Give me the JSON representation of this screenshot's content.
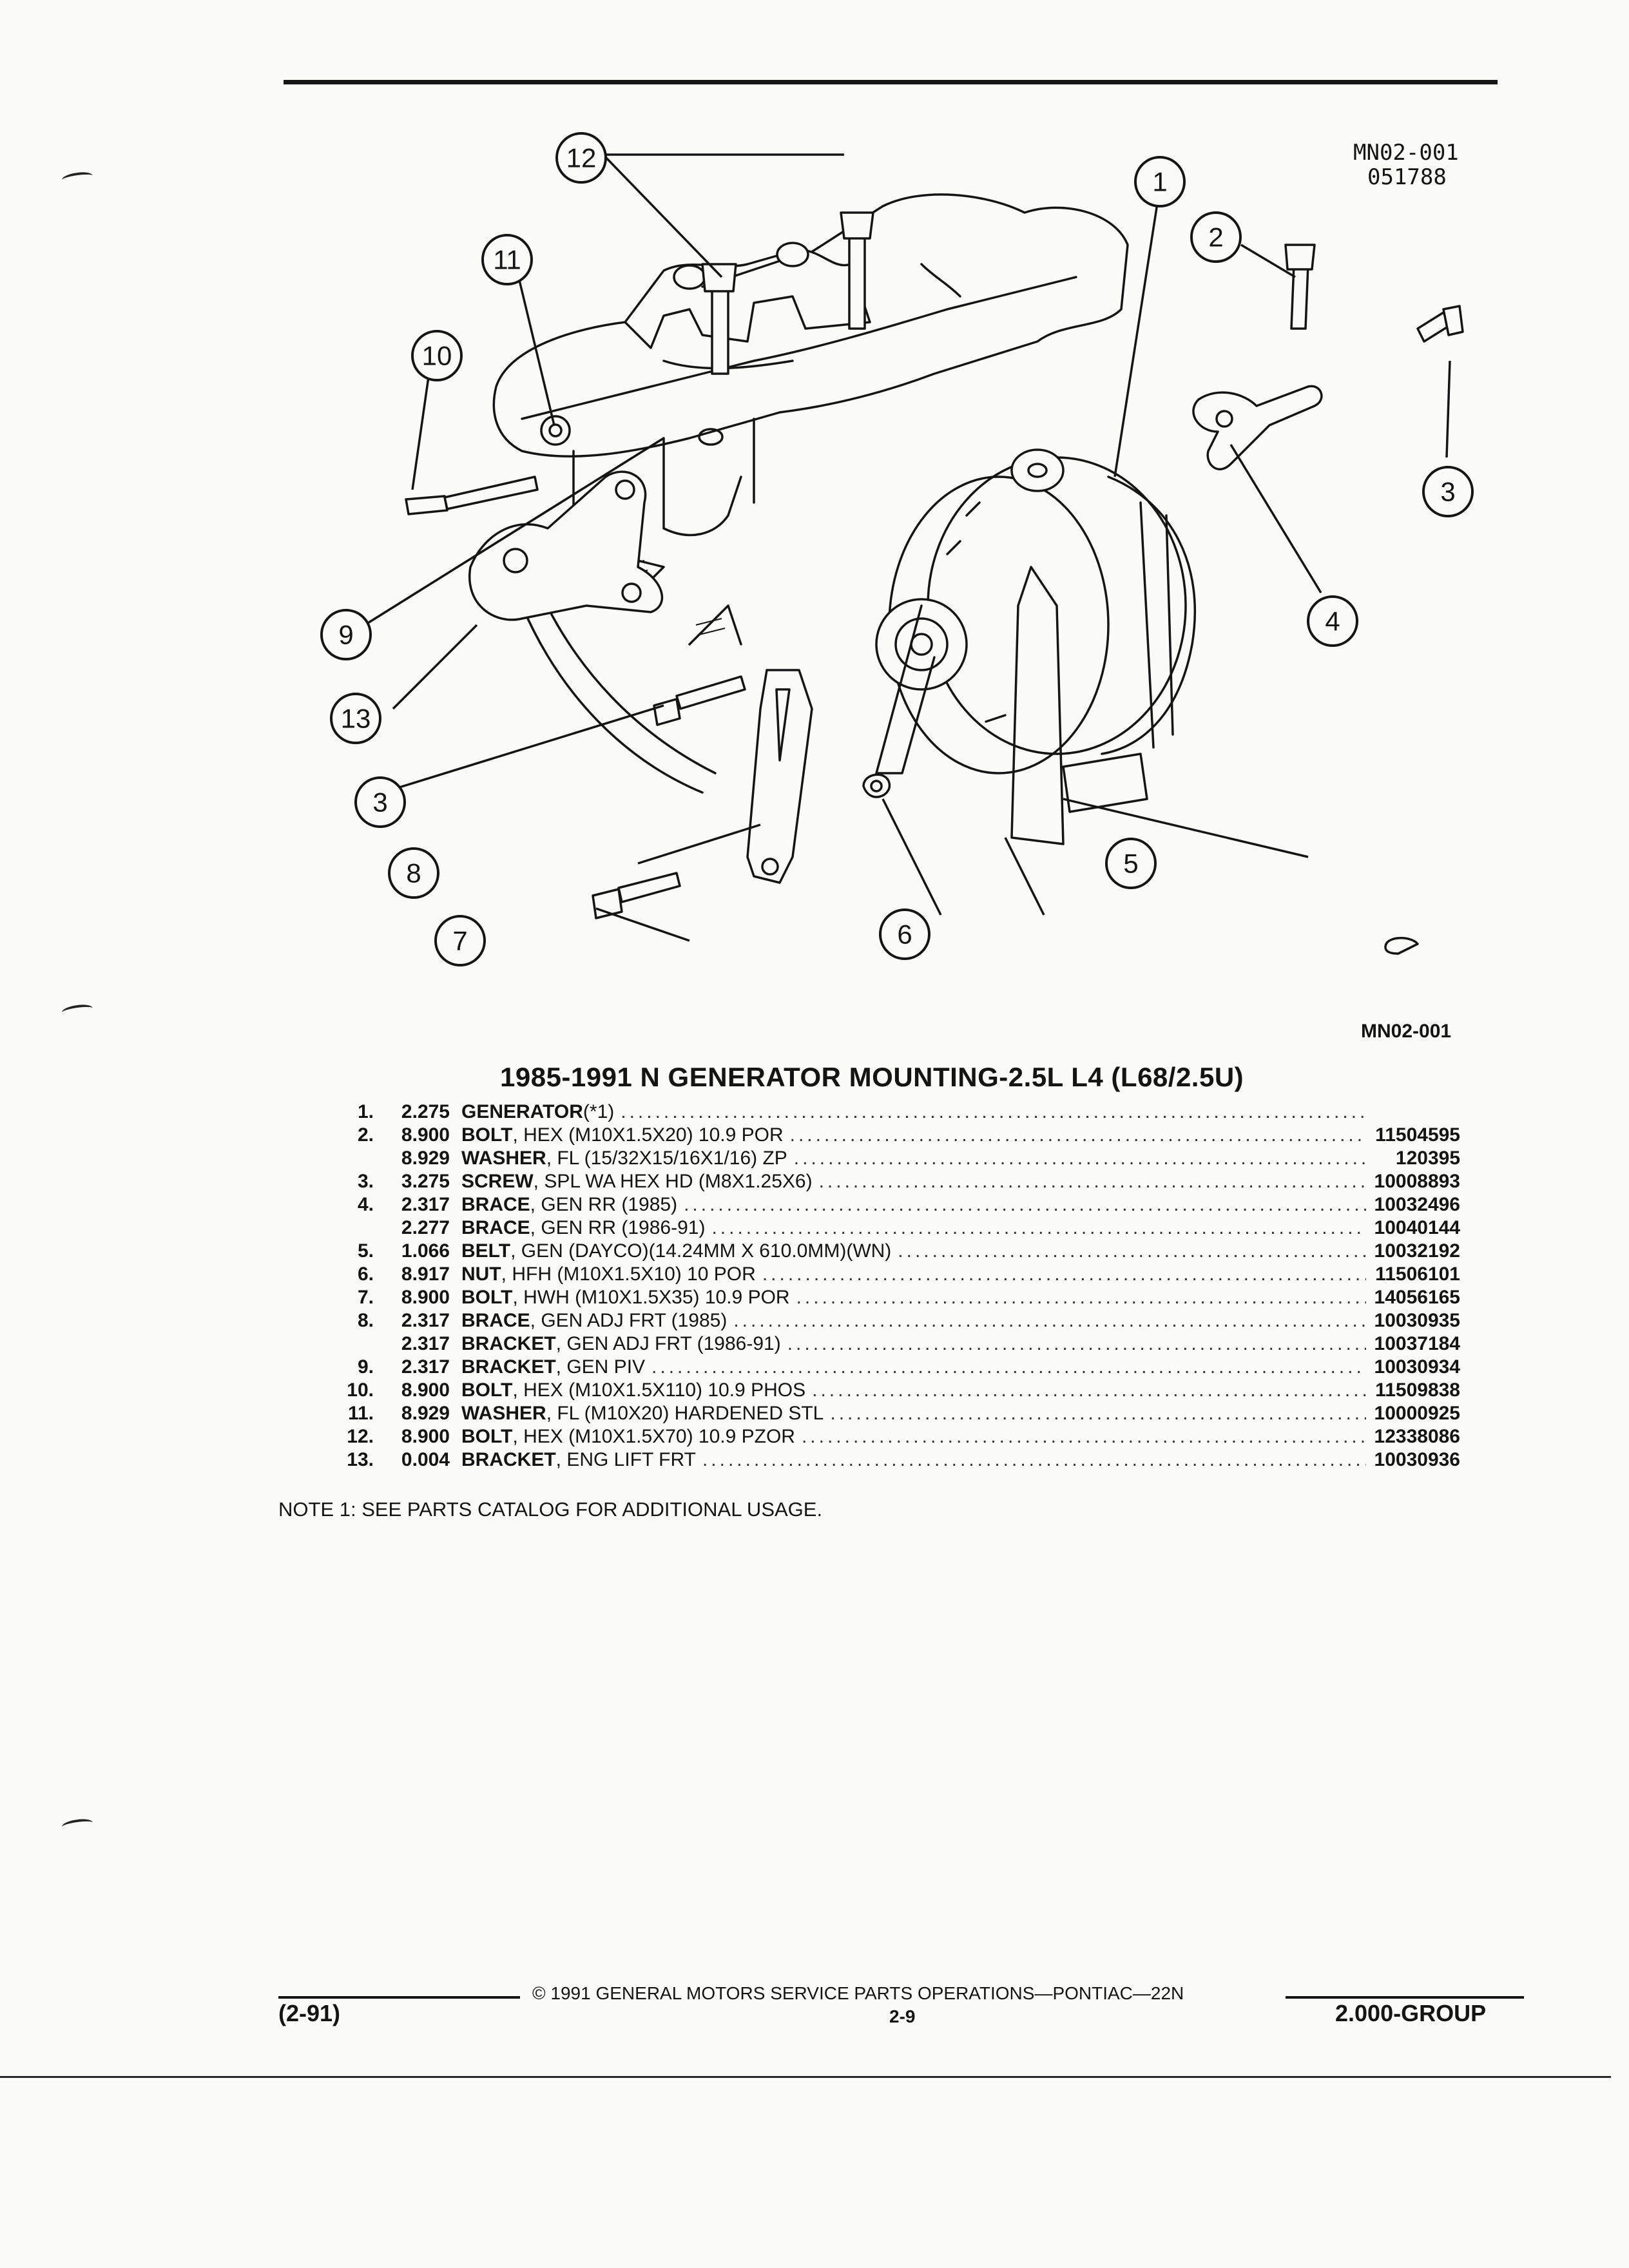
{
  "reference": {
    "code": "MN02-001",
    "date": "051788",
    "below_code": "MN02-001"
  },
  "diagram": {
    "callouts": [
      "1",
      "2",
      "3",
      "4",
      "5",
      "6",
      "7",
      "8",
      "9",
      "10",
      "11",
      "12",
      "13"
    ]
  },
  "section_title": "1985-1991 N GENERATOR MOUNTING-2.5L L4 (L68/2.5U)",
  "parts": [
    {
      "item": "1.",
      "code": "2.275",
      "name": "GENERATOR",
      "spec": " (*1)",
      "part_number": ""
    },
    {
      "item": "2.",
      "code": "8.900",
      "name": "BOLT",
      "spec": ", HEX (M10X1.5X20) 10.9 POR",
      "part_number": "11504595"
    },
    {
      "item": "",
      "code": "8.929",
      "name": "WASHER",
      "spec": ", FL (15/32X15/16X1/16) ZP",
      "part_number": "120395"
    },
    {
      "item": "3.",
      "code": "3.275",
      "name": "SCREW",
      "spec": ", SPL WA HEX HD (M8X1.25X6)",
      "part_number": "10008893"
    },
    {
      "item": "4.",
      "code": "2.317",
      "name": "BRACE",
      "spec": ", GEN RR (1985)",
      "part_number": "10032496"
    },
    {
      "item": "",
      "code": "2.277",
      "name": "BRACE",
      "spec": ", GEN RR (1986-91)",
      "part_number": "10040144"
    },
    {
      "item": "5.",
      "code": "1.066",
      "name": "BELT",
      "spec": ", GEN (DAYCO)(14.24MM X 610.0MM)(WN)",
      "part_number": "10032192"
    },
    {
      "item": "6.",
      "code": "8.917",
      "name": "NUT",
      "spec": ", HFH (M10X1.5X10) 10 POR",
      "part_number": "11506101"
    },
    {
      "item": "7.",
      "code": "8.900",
      "name": "BOLT",
      "spec": ", HWH (M10X1.5X35) 10.9 POR",
      "part_number": "14056165"
    },
    {
      "item": "8.",
      "code": "2.317",
      "name": "BRACE",
      "spec": ", GEN ADJ FRT (1985)",
      "part_number": "10030935"
    },
    {
      "item": "",
      "code": "2.317",
      "name": "BRACKET",
      "spec": ", GEN ADJ FRT (1986-91)",
      "part_number": "10037184"
    },
    {
      "item": "9.",
      "code": "2.317",
      "name": "BRACKET",
      "spec": ", GEN PIV",
      "part_number": "10030934"
    },
    {
      "item": "10.",
      "code": "8.900",
      "name": "BOLT",
      "spec": ", HEX (M10X1.5X110) 10.9 PHOS",
      "part_number": "11509838"
    },
    {
      "item": "11.",
      "code": "8.929",
      "name": "WASHER",
      "spec": ", FL (M10X20) HARDENED STL",
      "part_number": "10000925"
    },
    {
      "item": "12.",
      "code": "8.900",
      "name": "BOLT",
      "spec": ", HEX (M10X1.5X70) 10.9 PZOR",
      "part_number": "12338086"
    },
    {
      "item": "13.",
      "code": "0.004",
      "name": "BRACKET",
      "spec": ", ENG LIFT FRT",
      "part_number": "10030936"
    }
  ],
  "note": "NOTE  1:  SEE PARTS CATALOG FOR ADDITIONAL USAGE.",
  "footer": {
    "copyright": "© 1991 GENERAL MOTORS SERVICE PARTS OPERATIONS—PONTIAC—22N",
    "date": "(2-91)",
    "page": "2-9",
    "group": "2.000-GROUP"
  },
  "colors": {
    "ink": "#151515",
    "paper": "#fbfbf7"
  }
}
